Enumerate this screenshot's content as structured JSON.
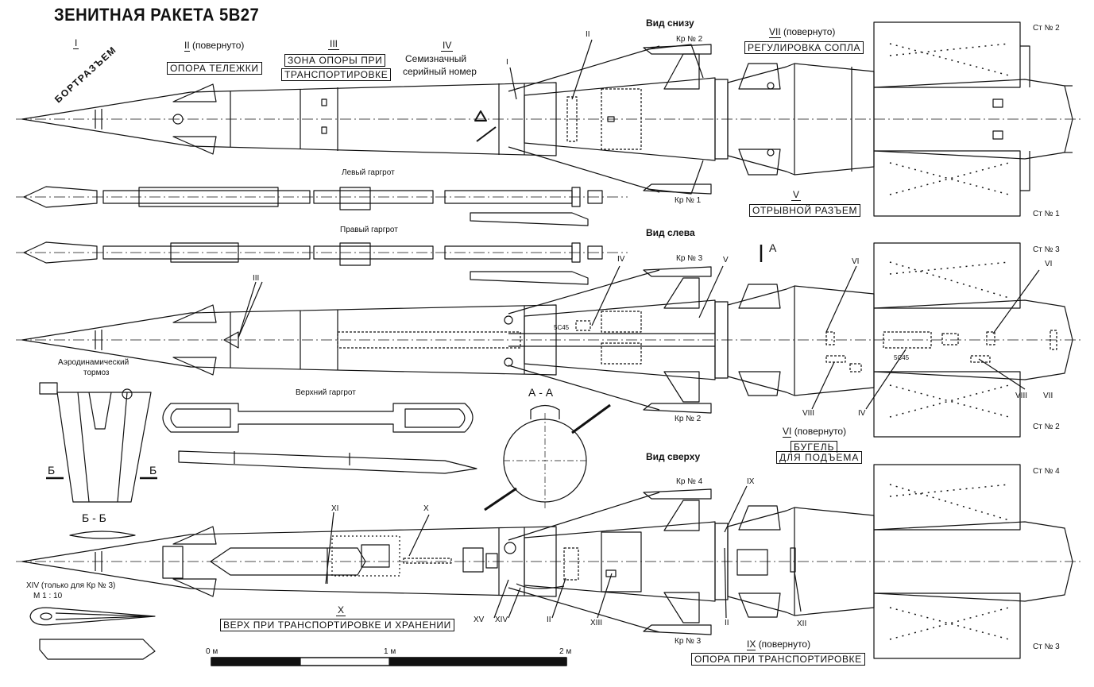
{
  "title": "ЗЕНИТНАЯ РАКЕТА 5В27",
  "views": {
    "bottom": "Вид снизу",
    "left": "Вид слева",
    "top": "Вид сверху"
  },
  "parts": {
    "left_fairing": "Левый гаргрот",
    "right_fairing": "Правый гаргрот",
    "upper_fairing": "Верхний гаргрот",
    "aero_brake": "Аэродинамический тормоз"
  },
  "callouts": {
    "I": "I",
    "I_text": "БОРТРАЗЪЕМ",
    "II": "II",
    "II_note": "(повернуто)",
    "II_text": "ОПОРА ТЕЛЕЖКИ",
    "III": "III",
    "III_text_1": "ЗОНА ОПОРЫ ПРИ",
    "III_text_2": "ТРАНСПОРТИРОВКЕ",
    "IV": "IV",
    "IV_text_1": "Семизначный",
    "IV_text_2": "серийный номер",
    "V": "V",
    "V_text": "ОТРЫВНОЙ РАЗЪЕМ",
    "VI": "VI",
    "VI_note": "(повернуто)",
    "VI_text_1": "БУГЕЛЬ",
    "VI_text_2": "ДЛЯ ПОДЪЕМА",
    "VII": "VII",
    "VII_note": "(повернуто)",
    "VII_text": "РЕГУЛИРОВКА СОПЛА",
    "VIII": "VIII",
    "IX": "IX",
    "IX_note": "(повернуто)",
    "IX_text": "ОПОРА ПРИ ТРАНСПОРТИРОВКЕ",
    "X": "X",
    "X_text": "ВЕРХ ПРИ ТРАНСПОРТИРОВКЕ И ХРАНЕНИИ",
    "XI": "XI",
    "XII": "XII",
    "XIII": "XIII",
    "XIV": "XIV",
    "XIV_text": "XIV (только для Кр № 3)",
    "XIV_scale": "М 1 : 10",
    "XV": "XV"
  },
  "wings": {
    "kr1": "Кр № 1",
    "kr2": "Кр № 2",
    "kr3": "Кр № 3",
    "kr4": "Кр № 4"
  },
  "stabilizers": {
    "st1": "Ст № 1",
    "st2": "Ст № 2",
    "st3": "Ст № 3",
    "st4": "Ст № 4"
  },
  "sections": {
    "aa": "А - А",
    "a": "А",
    "bb": "Б - Б",
    "b": "Б"
  },
  "scale": {
    "s0": "0 м",
    "s1": "1 м",
    "s2": "2 м"
  },
  "marking": "5С45"
}
